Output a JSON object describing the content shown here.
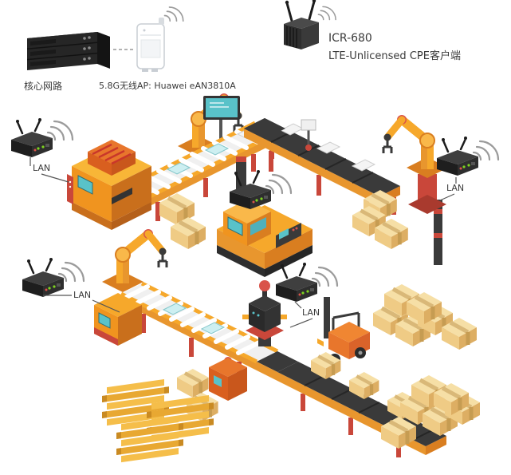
{
  "legend": {
    "core_network": {
      "label": "核心网路"
    },
    "wireless_ap": {
      "label": "5.8G无线AP: Huawei eAN3810A"
    },
    "cpe": {
      "model": "ICR-680",
      "description": "LTE-Unlicensed CPE客户端"
    }
  },
  "factory": {
    "lan_nodes": [
      {
        "label": "LAN"
      },
      {
        "label": "LAN"
      },
      {
        "label": "LAN"
      },
      {
        "label": "LAN"
      }
    ]
  },
  "icons": {
    "core_router": "rack-server-3d",
    "access_point": "white-wall-ap",
    "cpe_device": "black-box-two-antennas",
    "wifi_signal": "three-arcs",
    "robot_arm": "yellow-industrial-arm",
    "conveyor": "isometric-belt-with-rollers",
    "cardboard_box": "isometric-taped-box",
    "pallet": "stacked-lumber",
    "forklift": "orange-lift-vehicle"
  },
  "colors": {
    "machine_yellow": "#F6A82B",
    "machine_orange": "#E8962E",
    "machine_deep_orange": "#E8762C",
    "accent_red": "#C9473A",
    "robot_red": "#D9534A",
    "belt_dark": "#3A3A3A",
    "device_black": "#242424",
    "box_light": "#F6DFA6",
    "box_mid": "#EFCB85",
    "box_dark": "#DDAE63",
    "screen_teal": "#59C2C9",
    "wifi_gray": "#9B9B9B",
    "pallet_yellow": "#F5BE4A",
    "text": "#3A3A3A"
  }
}
